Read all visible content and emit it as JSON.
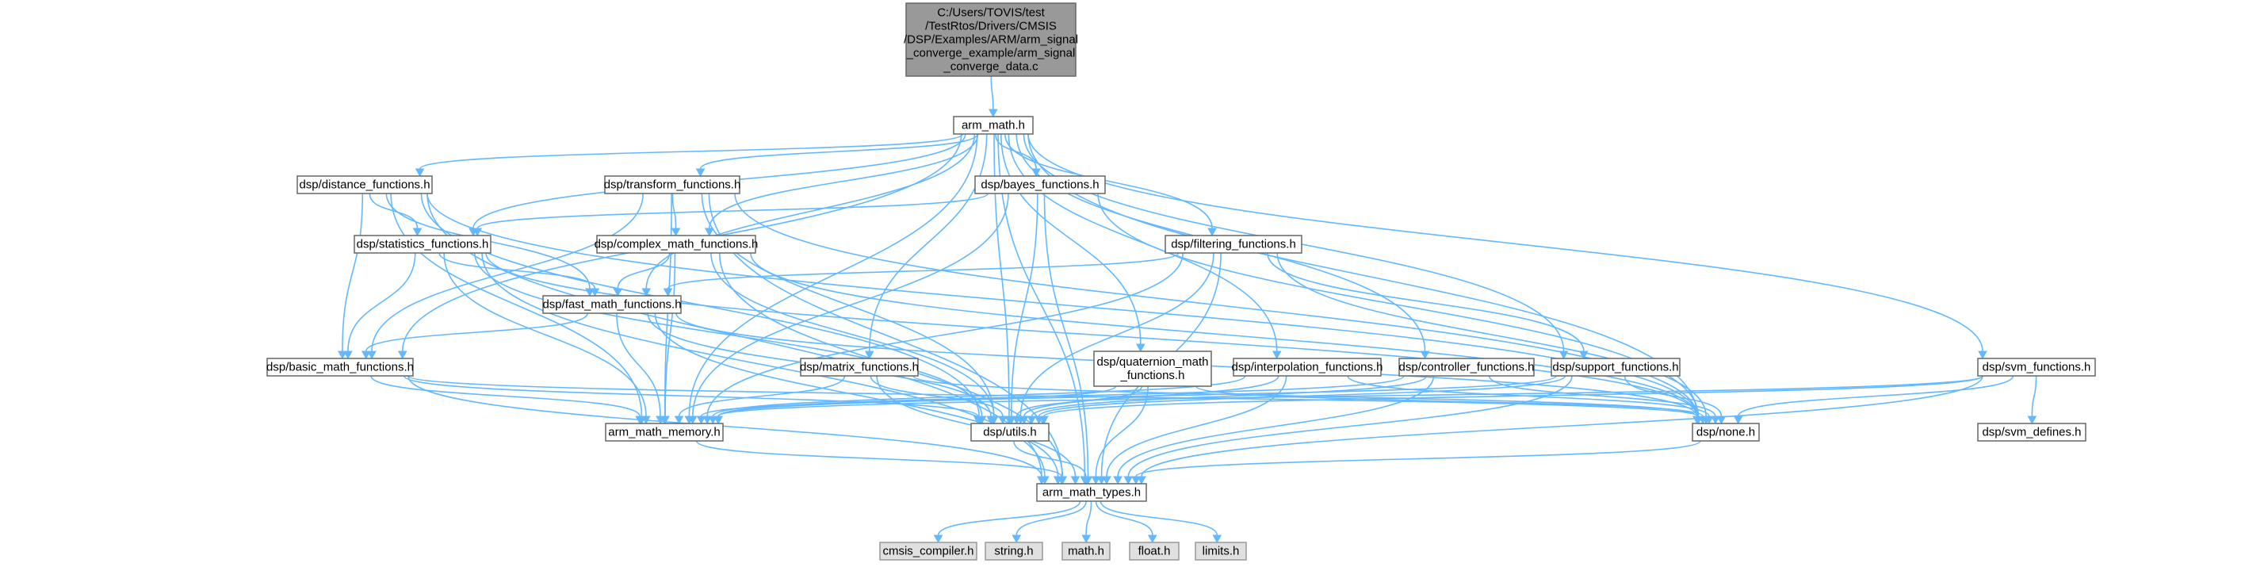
{
  "diagram": {
    "colors": {
      "edge": "#63b8ff",
      "root_fill": "#999999",
      "root_border": "#666666",
      "file_fill": "#ffffff",
      "file_border": "#666666",
      "external_fill": "#e0e0e0",
      "external_border": "#999999"
    },
    "nodes": [
      {
        "id": "root",
        "kind": "root",
        "lines": [
          "C:/Users/TOVIS/test",
          "/TestRtos/Drivers/CMSIS",
          "/DSP/Examples/ARM/arm_signal",
          "_converge_example/arm_signal",
          "_converge_data.c"
        ]
      },
      {
        "id": "arm_math",
        "kind": "file",
        "lines": [
          "arm_math.h"
        ]
      },
      {
        "id": "distance",
        "kind": "file",
        "lines": [
          "dsp/distance_functions.h"
        ]
      },
      {
        "id": "transform",
        "kind": "file",
        "lines": [
          "dsp/transform_functions.h"
        ]
      },
      {
        "id": "bayes",
        "kind": "file",
        "lines": [
          "dsp/bayes_functions.h"
        ]
      },
      {
        "id": "statistics",
        "kind": "file",
        "lines": [
          "dsp/statistics_functions.h"
        ]
      },
      {
        "id": "complex",
        "kind": "file",
        "lines": [
          "dsp/complex_math_functions.h"
        ]
      },
      {
        "id": "filtering",
        "kind": "file",
        "lines": [
          "dsp/filtering_functions.h"
        ]
      },
      {
        "id": "fastmath",
        "kind": "file",
        "lines": [
          "dsp/fast_math_functions.h"
        ]
      },
      {
        "id": "basicmath",
        "kind": "file",
        "lines": [
          "dsp/basic_math_functions.h"
        ]
      },
      {
        "id": "matrix",
        "kind": "file",
        "lines": [
          "dsp/matrix_functions.h"
        ]
      },
      {
        "id": "quaternion",
        "kind": "file",
        "lines": [
          "dsp/quaternion_math",
          "_functions.h"
        ]
      },
      {
        "id": "interpolation",
        "kind": "file",
        "lines": [
          "dsp/interpolation_functions.h"
        ]
      },
      {
        "id": "controller",
        "kind": "file",
        "lines": [
          "dsp/controller_functions.h"
        ]
      },
      {
        "id": "support",
        "kind": "file",
        "lines": [
          "dsp/support_functions.h"
        ]
      },
      {
        "id": "svm",
        "kind": "file",
        "lines": [
          "dsp/svm_functions.h"
        ]
      },
      {
        "id": "memory",
        "kind": "file",
        "lines": [
          "arm_math_memory.h"
        ]
      },
      {
        "id": "utils",
        "kind": "file",
        "lines": [
          "dsp/utils.h"
        ]
      },
      {
        "id": "none",
        "kind": "file",
        "lines": [
          "dsp/none.h"
        ]
      },
      {
        "id": "svmdefines",
        "kind": "file",
        "lines": [
          "dsp/svm_defines.h"
        ]
      },
      {
        "id": "types",
        "kind": "file",
        "lines": [
          "arm_math_types.h"
        ]
      },
      {
        "id": "cmsis_compiler",
        "kind": "external",
        "lines": [
          "cmsis_compiler.h"
        ]
      },
      {
        "id": "string",
        "kind": "external",
        "lines": [
          "string.h"
        ]
      },
      {
        "id": "math",
        "kind": "external",
        "lines": [
          "math.h"
        ]
      },
      {
        "id": "float",
        "kind": "external",
        "lines": [
          "float.h"
        ]
      },
      {
        "id": "limits",
        "kind": "external",
        "lines": [
          "limits.h"
        ]
      }
    ],
    "edges": [
      [
        "root",
        "arm_math"
      ],
      [
        "arm_math",
        "distance"
      ],
      [
        "arm_math",
        "transform"
      ],
      [
        "arm_math",
        "bayes"
      ],
      [
        "arm_math",
        "statistics"
      ],
      [
        "arm_math",
        "complex"
      ],
      [
        "arm_math",
        "filtering"
      ],
      [
        "arm_math",
        "fastmath"
      ],
      [
        "arm_math",
        "basicmath"
      ],
      [
        "arm_math",
        "matrix"
      ],
      [
        "arm_math",
        "quaternion"
      ],
      [
        "arm_math",
        "interpolation"
      ],
      [
        "arm_math",
        "controller"
      ],
      [
        "arm_math",
        "support"
      ],
      [
        "arm_math",
        "svm"
      ],
      [
        "arm_math",
        "memory"
      ],
      [
        "arm_math",
        "utils"
      ],
      [
        "arm_math",
        "none"
      ],
      [
        "arm_math",
        "types"
      ],
      [
        "distance",
        "statistics"
      ],
      [
        "distance",
        "fastmath"
      ],
      [
        "distance",
        "basicmath"
      ],
      [
        "distance",
        "memory"
      ],
      [
        "distance",
        "utils"
      ],
      [
        "distance",
        "none"
      ],
      [
        "distance",
        "types"
      ],
      [
        "transform",
        "complex"
      ],
      [
        "transform",
        "basicmath"
      ],
      [
        "transform",
        "memory"
      ],
      [
        "transform",
        "utils"
      ],
      [
        "transform",
        "none"
      ],
      [
        "transform",
        "types"
      ],
      [
        "bayes",
        "statistics"
      ],
      [
        "bayes",
        "memory"
      ],
      [
        "bayes",
        "utils"
      ],
      [
        "bayes",
        "none"
      ],
      [
        "bayes",
        "types"
      ],
      [
        "statistics",
        "fastmath"
      ],
      [
        "statistics",
        "basicmath"
      ],
      [
        "statistics",
        "memory"
      ],
      [
        "statistics",
        "utils"
      ],
      [
        "statistics",
        "none"
      ],
      [
        "statistics",
        "types"
      ],
      [
        "complex",
        "fastmath"
      ],
      [
        "complex",
        "memory"
      ],
      [
        "complex",
        "utils"
      ],
      [
        "complex",
        "none"
      ],
      [
        "complex",
        "types"
      ],
      [
        "filtering",
        "fastmath"
      ],
      [
        "filtering",
        "support"
      ],
      [
        "filtering",
        "memory"
      ],
      [
        "filtering",
        "utils"
      ],
      [
        "filtering",
        "none"
      ],
      [
        "filtering",
        "types"
      ],
      [
        "fastmath",
        "basicmath"
      ],
      [
        "fastmath",
        "memory"
      ],
      [
        "fastmath",
        "utils"
      ],
      [
        "fastmath",
        "none"
      ],
      [
        "fastmath",
        "types"
      ],
      [
        "basicmath",
        "memory"
      ],
      [
        "basicmath",
        "utils"
      ],
      [
        "basicmath",
        "none"
      ],
      [
        "basicmath",
        "types"
      ],
      [
        "matrix",
        "memory"
      ],
      [
        "matrix",
        "utils"
      ],
      [
        "matrix",
        "none"
      ],
      [
        "matrix",
        "types"
      ],
      [
        "quaternion",
        "memory"
      ],
      [
        "quaternion",
        "utils"
      ],
      [
        "quaternion",
        "none"
      ],
      [
        "quaternion",
        "types"
      ],
      [
        "interpolation",
        "memory"
      ],
      [
        "interpolation",
        "utils"
      ],
      [
        "interpolation",
        "none"
      ],
      [
        "interpolation",
        "types"
      ],
      [
        "controller",
        "memory"
      ],
      [
        "controller",
        "utils"
      ],
      [
        "controller",
        "none"
      ],
      [
        "controller",
        "types"
      ],
      [
        "support",
        "memory"
      ],
      [
        "support",
        "utils"
      ],
      [
        "support",
        "none"
      ],
      [
        "support",
        "types"
      ],
      [
        "svm",
        "memory"
      ],
      [
        "svm",
        "utils"
      ],
      [
        "svm",
        "none"
      ],
      [
        "svm",
        "svmdefines"
      ],
      [
        "svm",
        "types"
      ],
      [
        "memory",
        "types"
      ],
      [
        "utils",
        "types"
      ],
      [
        "none",
        "types"
      ],
      [
        "types",
        "cmsis_compiler"
      ],
      [
        "types",
        "string"
      ],
      [
        "types",
        "math"
      ],
      [
        "types",
        "float"
      ],
      [
        "types",
        "limits"
      ]
    ]
  }
}
